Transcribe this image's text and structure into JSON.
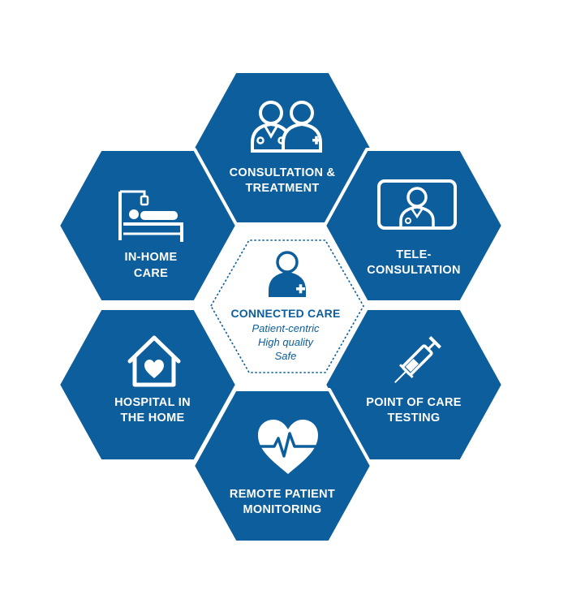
{
  "colors": {
    "primary": "#0d5e9c",
    "background": "#ffffff",
    "icon": "#ffffff"
  },
  "center": {
    "title": "CONNECTED CARE",
    "lines": [
      "Patient-centric",
      "High quality",
      "Safe"
    ],
    "icon": "doctor-cross-icon"
  },
  "hexes": [
    {
      "id": "consultation",
      "icon": "two-doctors-icon",
      "lines": [
        "CONSULTATION &",
        "TREATMENT"
      ]
    },
    {
      "id": "teleconsultation",
      "icon": "video-doctor-icon",
      "lines": [
        "TELE-",
        "CONSULTATION"
      ]
    },
    {
      "id": "point-of-care",
      "icon": "syringe-icon",
      "lines": [
        "POINT OF CARE",
        "TESTING"
      ]
    },
    {
      "id": "remote-monitoring",
      "icon": "heart-pulse-icon",
      "lines": [
        "REMOTE PATIENT",
        "MONITORING"
      ]
    },
    {
      "id": "hospital-home",
      "icon": "home-heart-icon",
      "lines": [
        "HOSPITAL IN",
        "THE HOME"
      ]
    },
    {
      "id": "in-home-care",
      "icon": "patient-bed-icon",
      "lines": [
        "IN-HOME",
        "CARE"
      ]
    }
  ]
}
